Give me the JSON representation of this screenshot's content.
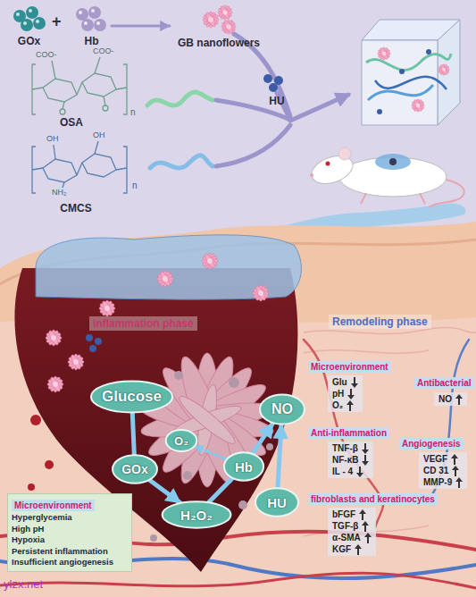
{
  "diagram": {
    "nodes": [
      {
        "text": [
          "GOx"
        ]
      },
      {
        "text": [
          "Hb"
        ]
      },
      {
        "text": [
          "GB nanoflowers"
        ]
      },
      {
        "text": [
          "OSA"
        ]
      },
      {
        "text": [
          "CMCS"
        ]
      },
      {
        "text": [
          "HU"
        ]
      },
      {
        "text": [
          "Glucose"
        ]
      },
      {
        "text": [
          "O₂"
        ]
      },
      {
        "text": [
          "GOx"
        ]
      },
      {
        "text": [
          "H₂O₂"
        ]
      },
      {
        "text": [
          "Hb"
        ]
      },
      {
        "text": [
          "NO"
        ]
      },
      {
        "text": [
          "HU"
        ]
      },
      {
        "text": [
          "Microenvironment",
          "Hyperglycemia",
          "High pH",
          "Hypoxia",
          "Persistent inflammation",
          "Insufficient angiogenesis"
        ]
      },
      {
        "text": [
          "Microenvironment",
          "Glu",
          "pH",
          "O₂"
        ]
      },
      {
        "text": [
          "Antibacterial",
          "NO"
        ]
      },
      {
        "text": [
          "Anti-inflammation",
          "TNF-β",
          "NF-κB",
          "IL - 4"
        ]
      },
      {
        "text": [
          "Angiogenesis",
          "VEGF",
          "CD 31",
          "MMP-9"
        ]
      },
      {
        "text": [
          "fibroblasts and keratinocytes",
          "bFGF",
          "TGF-β",
          "α-SMA",
          "KGF"
        ]
      }
    ],
    "edges": [
      {
        "from": 1,
        "to": 2,
        "arrow": "to"
      },
      {
        "from": 6,
        "to": 8,
        "arrow": "none"
      },
      {
        "from": 8,
        "to": 9,
        "arrow": "to"
      },
      {
        "from": 9,
        "to": 10,
        "arrow": "none"
      },
      {
        "from": 10,
        "to": 11,
        "arrow": "to"
      },
      {
        "from": 12,
        "to": 11,
        "arrow": "to"
      },
      {
        "from": 10,
        "to": 7,
        "arrow": "to"
      }
    ],
    "labels": [
      "+",
      "COO-",
      "COO-",
      "n",
      "OH",
      "OH",
      "NH₂",
      "n",
      "Inflammation phase",
      "Remodeling phase",
      "ylzx.net"
    ]
  }
}
